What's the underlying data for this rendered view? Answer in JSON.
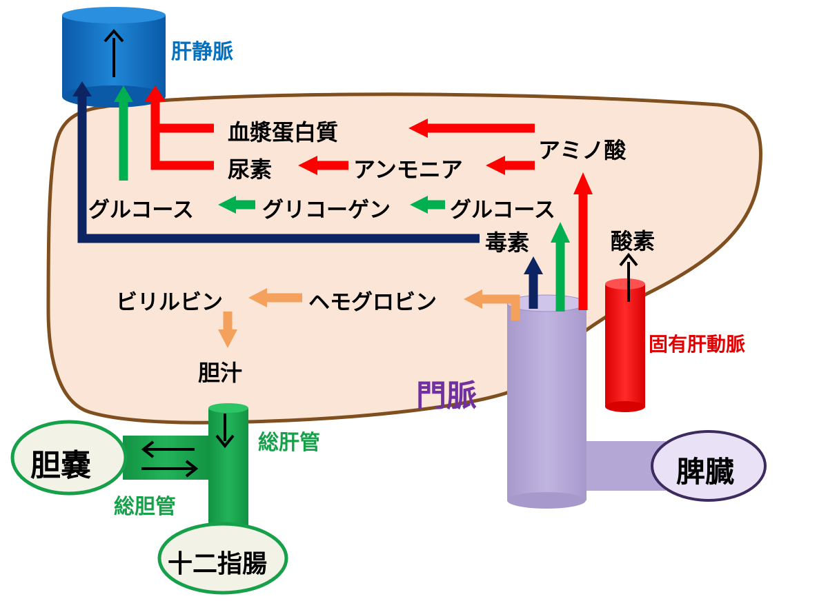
{
  "labels": {
    "hepatic_vein": "肝静脈",
    "plasma_protein": "血漿蛋白質",
    "amino_acid": "アミノ酸",
    "urea": "尿素",
    "ammonia": "アンモニア",
    "glucose_out": "グルコース",
    "glycogen": "グリコーゲン",
    "glucose_in": "グルコース",
    "toxin": "毒素",
    "oxygen": "酸素",
    "bilirubin": "ビリルビン",
    "hemoglobin": "ヘモグロビン",
    "proper_hepatic_artery": "固有肝動脈",
    "bile": "胆汁",
    "portal_vein": "門脈",
    "common_hepatic_duct": "総肝管",
    "gallbladder": "胆嚢",
    "common_bile_duct": "総胆管",
    "spleen": "脾臓",
    "duodenum": "十二指腸"
  },
  "colors": {
    "liver_fill": "#fbe5d6",
    "liver_border": "#7f4f1f",
    "hepatic_vein_blue": "#0070c0",
    "navy_arrow": "#0d2462",
    "green": "#00b050",
    "duct_green": "#17a04a",
    "red": "#ff0000",
    "orange": "#f4a15d",
    "portal_purple": "#b4a7d6",
    "portal_label_purple": "#7030a0",
    "gallbladder_fill": "#f2f2e6",
    "spleen_fill": "#e9e2f6",
    "spleen_border": "#3d2a5e"
  }
}
